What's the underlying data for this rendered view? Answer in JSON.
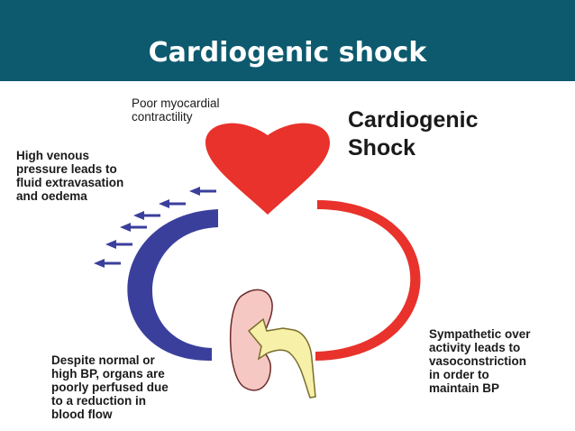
{
  "header": {
    "title": "Cardiogenic shock",
    "background_color": "#0d5a6e"
  },
  "diagram": {
    "title": "Cardiogenic\nShock",
    "labels": {
      "poor_contractility": "Poor myocardial\ncontractility",
      "high_venous_pressure": "High venous\npressure leads to\nfluid extravasation\nand oedema",
      "sympathetic_overactivity": "Sympathetic over\nactivity leads to\nvasoconstriction\nin order to\nmaintain BP",
      "poor_perfusion": "Despite normal or\nhigh BP, organs are\npoorly perfused due\nto a reduction in\nblood flow"
    },
    "colors": {
      "heart": "#e8322b",
      "venous_arc": "#3b3f9c",
      "arterial_arc": "#e8322b",
      "kidney": "#f6c8c4",
      "ureter": "#f6f0a8",
      "arrow": "#3b3f9c"
    },
    "icons": [
      "heart-icon",
      "kidney-icon",
      "left-arrow-icon"
    ]
  }
}
